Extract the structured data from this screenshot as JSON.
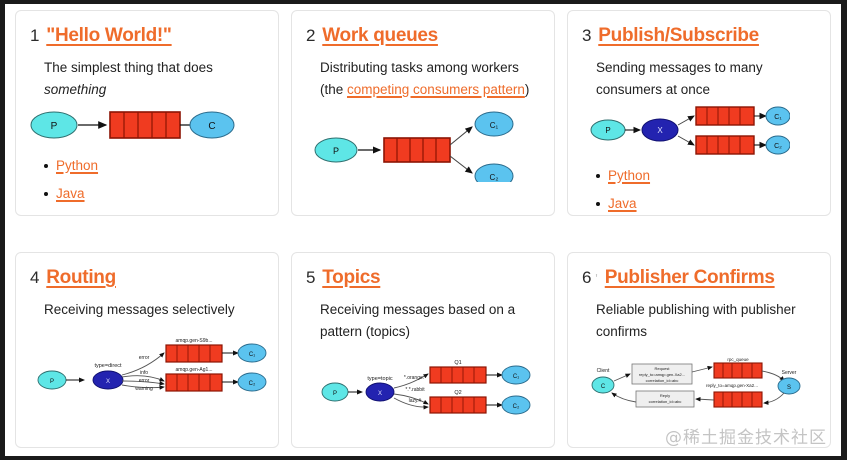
{
  "watermark": "@稀土掘金技术社区",
  "colors": {
    "accent_orange": "#ef6c2b",
    "queue_red": "#f03b20",
    "queue_red_border": "#c1200b",
    "producer_cyan": "#5ee6e6",
    "consumer_blue": "#5bc3ef",
    "exchange_navy": "#2323b0",
    "card_border": "#e4e4e4",
    "text_dark": "#222222"
  },
  "cards": [
    {
      "num": "1",
      "title": "\"Hello World!\"",
      "desc_pre": "The simplest thing that does ",
      "desc_em": "something",
      "desc_post": "",
      "bullets": [
        "Python",
        "Java"
      ],
      "diagram": {
        "type": "hello-world",
        "producer": "P",
        "consumer": "C",
        "queue_cells": 5
      }
    },
    {
      "num": "2",
      "title": "Work queues",
      "desc_pre": "Distributing tasks among workers (the ",
      "desc_link": "competing consumers pattern",
      "desc_post": ")",
      "bullets": [],
      "diagram": {
        "type": "work-queues",
        "producer": "P",
        "consumers": [
          "C₁",
          "C₂"
        ],
        "queue_cells": 5
      }
    },
    {
      "num": "3",
      "title": "Publish/Subscribe",
      "desc_pre": "Sending messages to many consumers at once",
      "bullets": [
        "Python",
        "Java"
      ],
      "diagram": {
        "type": "pubsub",
        "producer": "P",
        "exchange": "X",
        "consumers": [
          "C₁",
          "C₂"
        ],
        "queue_cells": 5
      }
    },
    {
      "num": "4",
      "title": "Routing",
      "desc_pre": "Receiving messages selectively",
      "bullets": [],
      "diagram": {
        "type": "routing",
        "producer": "P",
        "exchange": "X",
        "exchange_label": "type=direct",
        "binding_keys_top": [
          "error"
        ],
        "binding_keys_bottom": [
          "info",
          "error",
          "warning"
        ],
        "queue_names": [
          "amqp.gen-S9b...",
          "amqp.gen-Ag1..."
        ],
        "consumers": [
          "C₁",
          "C₂"
        ],
        "queue_cells": 5
      }
    },
    {
      "num": "5",
      "title": "Topics",
      "desc_pre": "Receiving messages based on a pattern (topics)",
      "bullets": [],
      "diagram": {
        "type": "topics",
        "producer": "P",
        "exchange": "X",
        "exchange_label": "type=topic",
        "binding_keys_top": [
          "*.orange.*"
        ],
        "binding_keys_bottom": [
          "*.*.rabbit",
          "lazy.#"
        ],
        "queue_names": [
          "Q1",
          "Q2"
        ],
        "consumers": [
          "C₁",
          "C₂"
        ],
        "queue_cells": 5
      }
    },
    {
      "num": "6",
      "title": "Publisher Confirms",
      "title_artifact": "'",
      "desc_pre": "Reliable publishing with publisher confirms",
      "bullets": [],
      "diagram": {
        "type": "rpc",
        "client_label": "Client",
        "client": "C",
        "server_label": "Server",
        "server": "S",
        "request_box": "Request\nreply_to=amqp.gen-Xa2...\ncorrelation_id=abc",
        "reply_box": "Reply\ncorrelation_id=abc",
        "queue_top_name": "rpc_queue",
        "queue_bottom_name": "reply_to=amqp.gen-Xa2...",
        "queue_cells": 5
      }
    }
  ]
}
